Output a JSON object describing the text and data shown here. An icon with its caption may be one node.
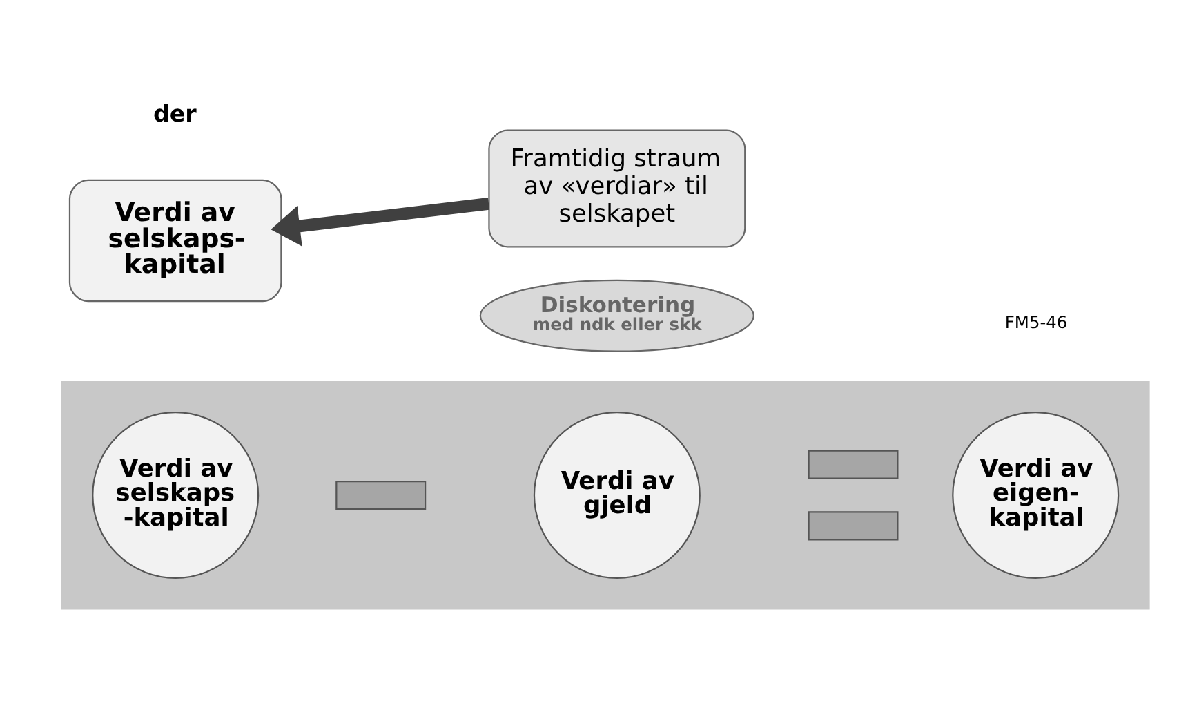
{
  "diagram": {
    "nodes": [
      {
        "text": [],
        "shape": "band"
      },
      {
        "text": [
          "Verdi av selskaps -kapital"
        ],
        "in": 0
      },
      {
        "text": [],
        "shape": "bar",
        "in": 0
      },
      {
        "text": [
          "Verdi av gjeld"
        ],
        "in": 0
      },
      {
        "text": [],
        "shape": "bar",
        "in": 0
      },
      {
        "text": [],
        "shape": "bar",
        "in": 0
      },
      {
        "text": [
          "Verdi av eigen- kapital"
        ],
        "in": 0
      },
      {
        "text": [
          "Framtidig straum av «verdiar» til selskapet"
        ]
      },
      {
        "text": [
          "Verdi av selskaps- kapital"
        ]
      },
      {
        "text": [
          "Diskontering",
          "med ndk eller skk"
        ]
      }
    ],
    "edges": [
      {
        "from": 7,
        "to": 8,
        "arrow": "to"
      }
    ],
    "labels": [
      "der",
      "FM5-46"
    ]
  }
}
